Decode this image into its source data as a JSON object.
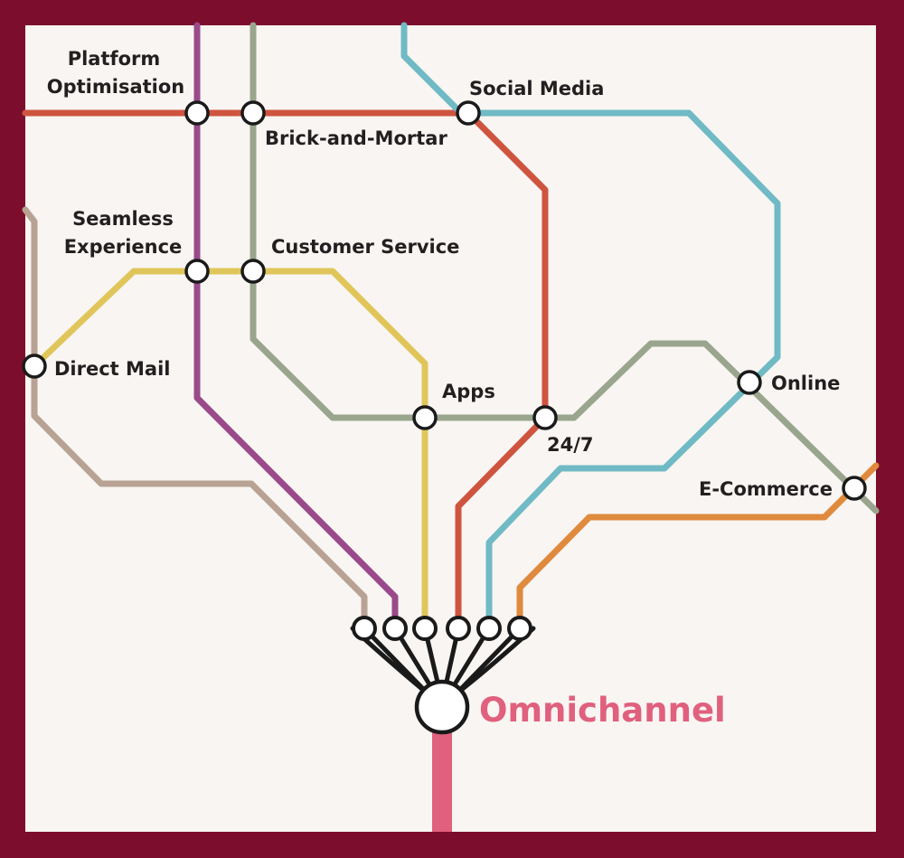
{
  "colors": {
    "frame": "#7d0d2c",
    "background": "#f8f5f2",
    "line_red": "#cf5440",
    "line_purple": "#9a4a8a",
    "line_olive": "#9aa58e",
    "line_teal": "#6fbac5",
    "line_yellow": "#e0c65a",
    "line_tan": "#b8a293",
    "line_orange": "#e08a3d",
    "line_pink": "#e0607e",
    "station_fill": "#ffffff",
    "station_stroke": "#1a1a1a"
  },
  "stations": {
    "platform_optimisation_line1": "Platform",
    "platform_optimisation_line2": "Optimisation",
    "brick_and_mortar": "Brick-and-Mortar",
    "social_media": "Social Media",
    "seamless_experience_line1": "Seamless",
    "seamless_experience_line2": "Experience",
    "customer_service": "Customer Service",
    "direct_mail": "Direct Mail",
    "apps": "Apps",
    "twenty_four_seven": "24/7",
    "online": "Online",
    "e_commerce": "E-Commerce"
  },
  "hub": {
    "label": "Omnichannel",
    "color": "#e0607e"
  }
}
